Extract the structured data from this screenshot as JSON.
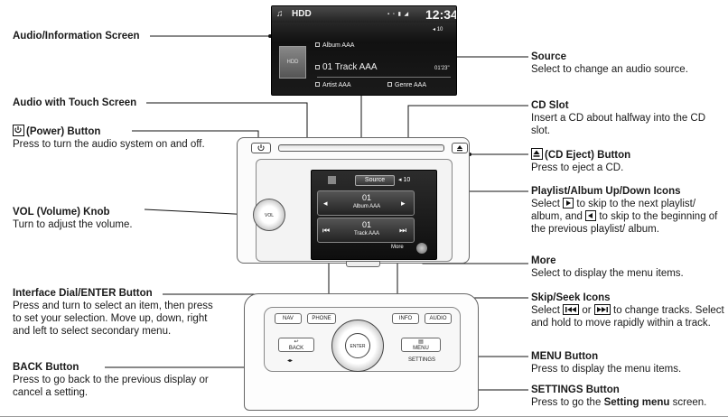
{
  "callouts": {
    "audio_info_screen": {
      "title": "Audio/Information Screen"
    },
    "audio_touch_screen": {
      "title": "Audio with Touch Screen"
    },
    "power_button": {
      "title": "(Power) Button",
      "desc": "Press to turn the audio system on and off."
    },
    "vol_knob": {
      "title": "VOL (Volume) Knob",
      "desc": "Turn to adjust the volume."
    },
    "interface_dial": {
      "title": "Interface Dial/ENTER Button",
      "desc": "Press and turn to select an item, then press to set your selection. Move up, down, right and left to select secondary menu."
    },
    "back_button": {
      "title": "BACK Button",
      "desc": "Press to go back to the previous display or cancel a setting."
    },
    "source": {
      "title": "Source",
      "desc": "Select to change an audio source."
    },
    "cd_slot": {
      "title": "CD Slot",
      "desc": "Insert a CD about halfway into the CD slot."
    },
    "cd_eject": {
      "title": "(CD Eject) Button",
      "desc": "Press to eject a CD."
    },
    "playlist_icons": {
      "title": "Playlist/Album Up/Down Icons",
      "desc_a": "Select",
      "desc_b": "to skip to the next playlist/ album, and",
      "desc_c": "to skip to the beginning of the previous playlist/ album."
    },
    "more": {
      "title": "More",
      "desc": "Select to display the menu items."
    },
    "skip_seek": {
      "title": "Skip/Seek Icons",
      "desc_a": "Select",
      "desc_or": "or",
      "desc_b": "to change tracks. Select and hold to move rapidly within a track."
    },
    "menu_button": {
      "title": "MENU Button",
      "desc": "Press to display the menu items."
    },
    "settings_button": {
      "title": "SETTINGS Button",
      "desc_a": "Press to go the",
      "desc_bold": "Setting menu",
      "desc_b": "screen."
    }
  },
  "info_screen": {
    "source_label": "HDD",
    "clock": "12:34",
    "album": "Album AAA",
    "track": "01 Track AAA",
    "time": "01'23\"",
    "artist": "Artist AAA",
    "genre": "Genre AAA",
    "art_label": "HDD",
    "vol_readout": "10"
  },
  "touch_screen": {
    "source_btn": "Source",
    "vol_readout": "10",
    "album_num": "01",
    "album_name": "Album AAA",
    "track_num": "01",
    "track_name": "Track AAA",
    "more_label": "More"
  },
  "panel": {
    "nav": "NAV",
    "phone": "PHONE",
    "info": "INFO",
    "audio": "AUDIO",
    "enter": "ENTER",
    "back": "BACK",
    "menu": "MENU",
    "settings": "SETTINGS"
  },
  "unit": {
    "vol_knob_label": "VOL"
  }
}
